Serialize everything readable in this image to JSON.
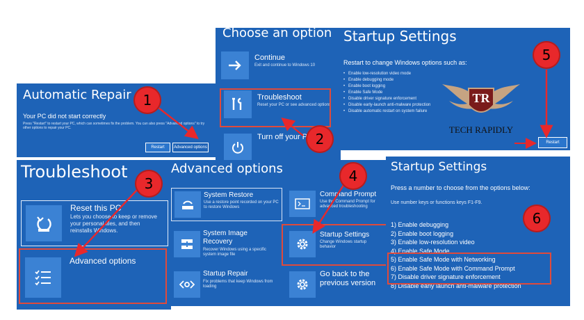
{
  "automatic_repair": {
    "title": "Automatic Repair",
    "message": "Your PC did not start correctly",
    "detail": "Press \"Restart\" to restart your PC, which can sometimes fix the problem. You can also press \"Advanced options\" to try other options to repair your PC.",
    "restart_label": "Restart",
    "advanced_label": "Advanced options"
  },
  "choose_option": {
    "title": "Choose an option",
    "tiles": [
      {
        "name": "Continue",
        "desc": "Exit and continue to Windows 10"
      },
      {
        "name": "Troubleshoot",
        "desc": "Reset your PC or see advanced options"
      },
      {
        "name": "Turn off your PC",
        "desc": ""
      }
    ]
  },
  "startup_settings_1": {
    "title": "Startup Settings",
    "subtitle": "Restart to change Windows options such as:",
    "items": [
      "Enable low-resolution video mode",
      "Enable debugging mode",
      "Enable boot logging",
      "Enable Safe Mode",
      "Disable driver signature enforcement",
      "Disable early-launch anti-malware protection",
      "Disable automatic restart on system failure"
    ],
    "restart_label": "Restart"
  },
  "logo": {
    "initials": "TR",
    "name": "TECH RAPIDLY"
  },
  "troubleshoot": {
    "title": "Troubleshoot",
    "tiles": [
      {
        "name": "Reset this PC",
        "desc": "Lets you choose to keep or remove your personal files, and then reinstalls Windows."
      },
      {
        "name": "Advanced options",
        "desc": ""
      }
    ]
  },
  "advanced_options": {
    "title": "Advanced options",
    "tiles": [
      {
        "name": "System Restore",
        "desc": "Use a restore point recorded on your PC to restore Windows"
      },
      {
        "name": "Command Prompt",
        "desc": "Use the Command Prompt for advanced troubleshooting"
      },
      {
        "name": "System Image Recovery",
        "desc": "Recover Windows using a specific system image file"
      },
      {
        "name": "Startup Settings",
        "desc": "Change Windows startup behavior"
      },
      {
        "name": "Startup Repair",
        "desc": "Fix problems that keep Windows from loading"
      },
      {
        "name": "Go back to the previous version",
        "desc": ""
      }
    ]
  },
  "startup_settings_2": {
    "title": "Startup Settings",
    "prompt": "Press a number to choose from the options below:",
    "hint": "Use number keys or functions keys F1-F9.",
    "options": [
      "1) Enable debugging",
      "2) Enable boot logging",
      "3) Enable low-resolution video",
      "4) Enable Safe Mode",
      "5) Enable Safe Mode with Networking",
      "6) Enable Safe Mode with Command Prompt",
      "7) Disable driver signature enforcement",
      "8) Disable early launch anti-malware protection"
    ]
  },
  "markers": [
    "1",
    "2",
    "3",
    "4",
    "5",
    "6"
  ],
  "colors": {
    "panel": "#1e63b7",
    "tile": "#3b82d4",
    "highlight": "#e04a3b",
    "marker": "#e8282b"
  }
}
